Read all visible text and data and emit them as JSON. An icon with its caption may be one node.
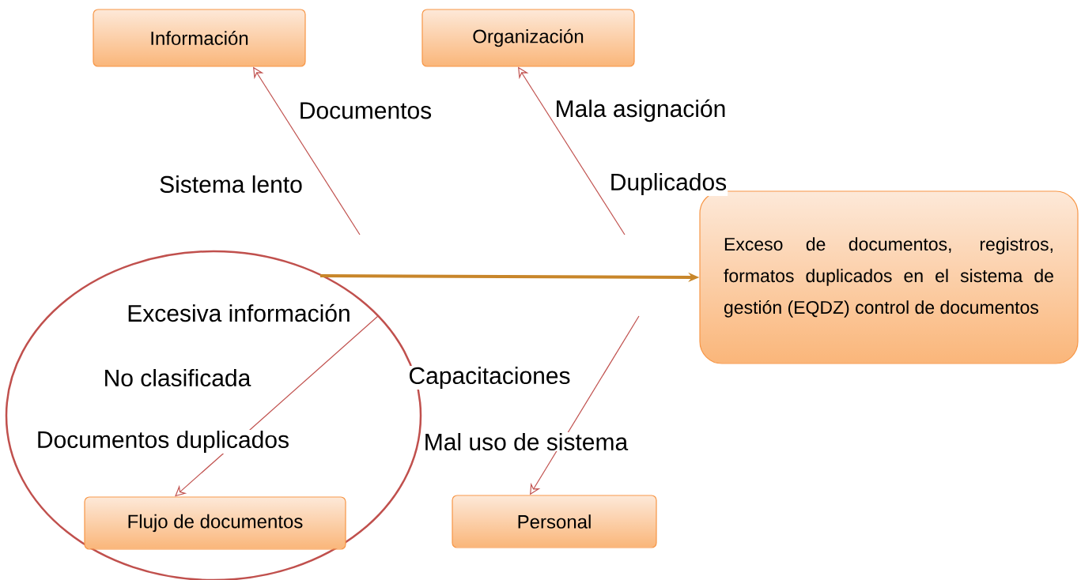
{
  "diagram": {
    "nodes": [
      {
        "text": [
          "Información"
        ]
      },
      {
        "text": [
          "Organización"
        ]
      },
      {
        "text": [
          "Flujo de documentos"
        ]
      },
      {
        "text": [
          "Personal"
        ]
      },
      {
        "text": [
          "Exceso de documentos, registros, formatos duplicados en el sistema de gestión (EQDZ) control de documentos"
        ]
      }
    ],
    "edges": [
      {
        "from": null,
        "to": 0,
        "arrow": "to"
      },
      {
        "from": null,
        "to": 1,
        "arrow": "to"
      },
      {
        "from": null,
        "to": 2,
        "arrow": "to"
      },
      {
        "from": null,
        "to": 3,
        "arrow": "to"
      },
      {
        "from": null,
        "to": 4,
        "arrow": "to",
        "style": "thick",
        "color": "#c8862a"
      }
    ],
    "labels": [
      "Documentos",
      "Mala asignación",
      "Sistema lento",
      "Duplicados",
      "Excesiva información",
      "No clasificada",
      "Capacitaciones",
      "Documentos duplicados",
      "Mal uso de sistema"
    ]
  }
}
